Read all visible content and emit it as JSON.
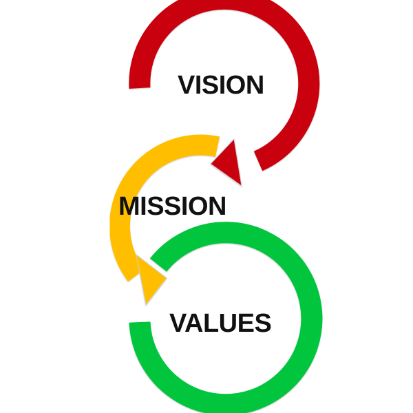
{
  "diagram": {
    "stages": [
      {
        "label": "VISION",
        "color": "#c9000b"
      },
      {
        "label": "MISSION",
        "color": "#ffbf00"
      },
      {
        "label": "VALUES",
        "color": "#00c53e"
      }
    ],
    "arrow_edge_color": "#cfcfcf"
  }
}
